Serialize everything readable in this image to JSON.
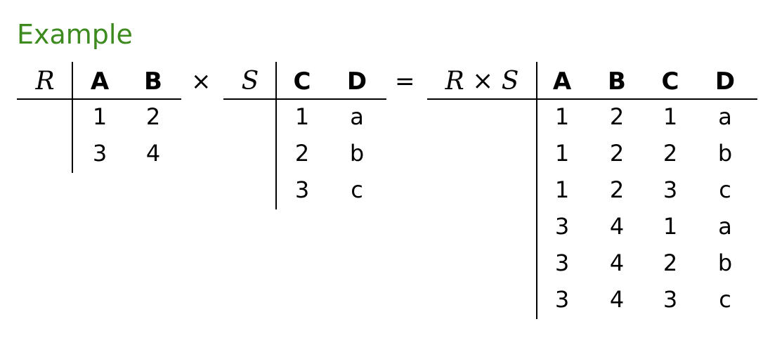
{
  "title": "Example",
  "operators": {
    "cross": "×",
    "equals": "="
  },
  "relation_r": {
    "name": "R",
    "columns": [
      "A",
      "B"
    ],
    "rows": [
      [
        "1",
        "2"
      ],
      [
        "3",
        "4"
      ]
    ]
  },
  "relation_s": {
    "name": "S",
    "columns": [
      "C",
      "D"
    ],
    "rows": [
      [
        "1",
        "a"
      ],
      [
        "2",
        "b"
      ],
      [
        "3",
        "c"
      ]
    ]
  },
  "relation_rxs": {
    "name": "R × S",
    "columns": [
      "A",
      "B",
      "C",
      "D"
    ],
    "rows": [
      [
        "1",
        "2",
        "1",
        "a"
      ],
      [
        "1",
        "2",
        "2",
        "b"
      ],
      [
        "1",
        "2",
        "3",
        "c"
      ],
      [
        "3",
        "4",
        "1",
        "a"
      ],
      [
        "3",
        "4",
        "2",
        "b"
      ],
      [
        "3",
        "4",
        "3",
        "c"
      ]
    ]
  }
}
